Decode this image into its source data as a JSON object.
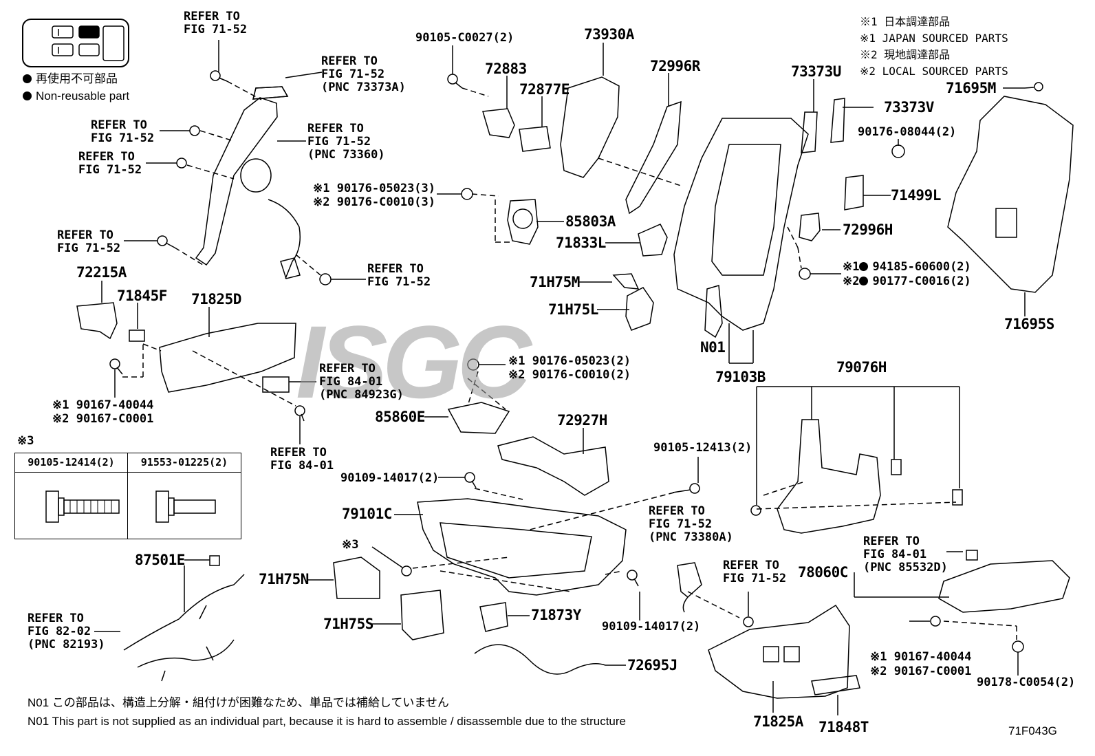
{
  "legend": {
    "non_reusable_jp": "再使用不可部品",
    "non_reusable_en": "Non-reusable part"
  },
  "sources": {
    "line1": "※1 日本調達部品",
    "line2": "※1 JAPAN SOURCED PARTS",
    "line3": "※2 現地調達部品",
    "line4": "※2 LOCAL SOURCED PARTS"
  },
  "watermark": "ISGC",
  "figure_code": "71F043G",
  "notes": {
    "jp": "N01 この部品は、構造上分解・組付けが困難なため、単品では補給していません",
    "en": "N01 This part is not supplied as an individual part, because it is hard to assemble / disassemble due to the structure"
  },
  "ref3_table": {
    "marker": "※3",
    "col1": "90105-12414(2)",
    "col2": "91553-01225(2)"
  },
  "labels": {
    "l1": "REFER TO\nFIG 71-52",
    "l2": "REFER TO\nFIG 71-52\n(PNC 73373A)",
    "l3": "REFER TO\nFIG 71-52",
    "l4": "REFER TO\nFIG 71-52\n(PNC 73360)",
    "l5": "REFER TO\nFIG 71-52",
    "l6": "REFER TO\nFIG 71-52",
    "l7": "REFER TO\nFIG 71-52",
    "l8": "REFER TO\nFIG 84-01\n(PNC 84923G)",
    "l9": "REFER TO\nFIG 84-01",
    "l10": "REFER TO\nFIG 71-52\n(PNC 73380A)",
    "l11": "REFER TO\nFIG 71-52",
    "l12": "REFER TO\nFIG 84-01\n(PNC 85532D)",
    "l13": "REFER TO\nFIG 82-02\n(PNC 82193)",
    "p72215A": "72215A",
    "p71845F": "71845F",
    "p71825D": "71825D",
    "p90167a": "※1 90167-40044",
    "p90167b": "※2 90167-C0001",
    "p90105c0027": "90105-C0027(2)",
    "p72883": "72883",
    "p72877E": "72877E",
    "p73930A": "73930A",
    "p72996R": "72996R",
    "p73373U": "73373U",
    "p73373V": "73373V",
    "p71695M": "71695M",
    "p90176_08044": "90176-08044(2)",
    "p71499L": "71499L",
    "p72996H": "72996H",
    "p94185": "94185-60600(2)",
    "p90177": "90177-C0016(2)",
    "p94185m": "※1",
    "p90177m": "※2",
    "p71695S": "71695S",
    "p90176_05023a": "※1 90176-05023(3)",
    "p90176_c0010a": "※2 90176-C0010(3)",
    "p85803A": "85803A",
    "p71833L": "71833L",
    "p71H75M": "71H75M",
    "p71H75L": "71H75L",
    "pN01": "N01",
    "p79103B": "79103B",
    "p90176_05023b": "※1 90176-05023(2)",
    "p90176_c0010b": "※2 90176-C0010(2)",
    "p85860E": "85860E",
    "p72927H": "72927H",
    "p79076H": "79076H",
    "p90109_14017a": "90109-14017(2)",
    "p79101C": "79101C",
    "p90105_12413": "90105-12413(2)",
    "p3mark": "※3",
    "p71H75N": "71H75N",
    "p71H75S": "71H75S",
    "p71873Y": "71873Y",
    "p90109_14017b": "90109-14017(2)",
    "p87501E": "87501E",
    "p72695J": "72695J",
    "p78060C": "78060C",
    "p90167c": "※1 90167-40044",
    "p90167d": "※2 90167-C0001",
    "p90178": "90178-C0054(2)",
    "p71825A": "71825A",
    "p71848T": "71848T"
  }
}
